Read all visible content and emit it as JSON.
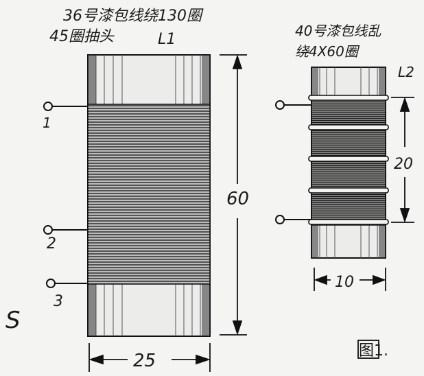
{
  "coil_l1": {
    "label": "L1",
    "spec_line1": "36号漆包线绕130圈",
    "spec_line2": "45圈抽头",
    "height_dim": "60",
    "width_dim": "25",
    "tap_labels": [
      "1",
      "2",
      "3"
    ]
  },
  "coil_l2": {
    "label": "L2",
    "spec_line1": "40号漆包线乱",
    "spec_line2": "绕4X60圈",
    "height_dim": "20",
    "width_dim": "10"
  },
  "margin_mark": "S",
  "figure_caption": "图1."
}
